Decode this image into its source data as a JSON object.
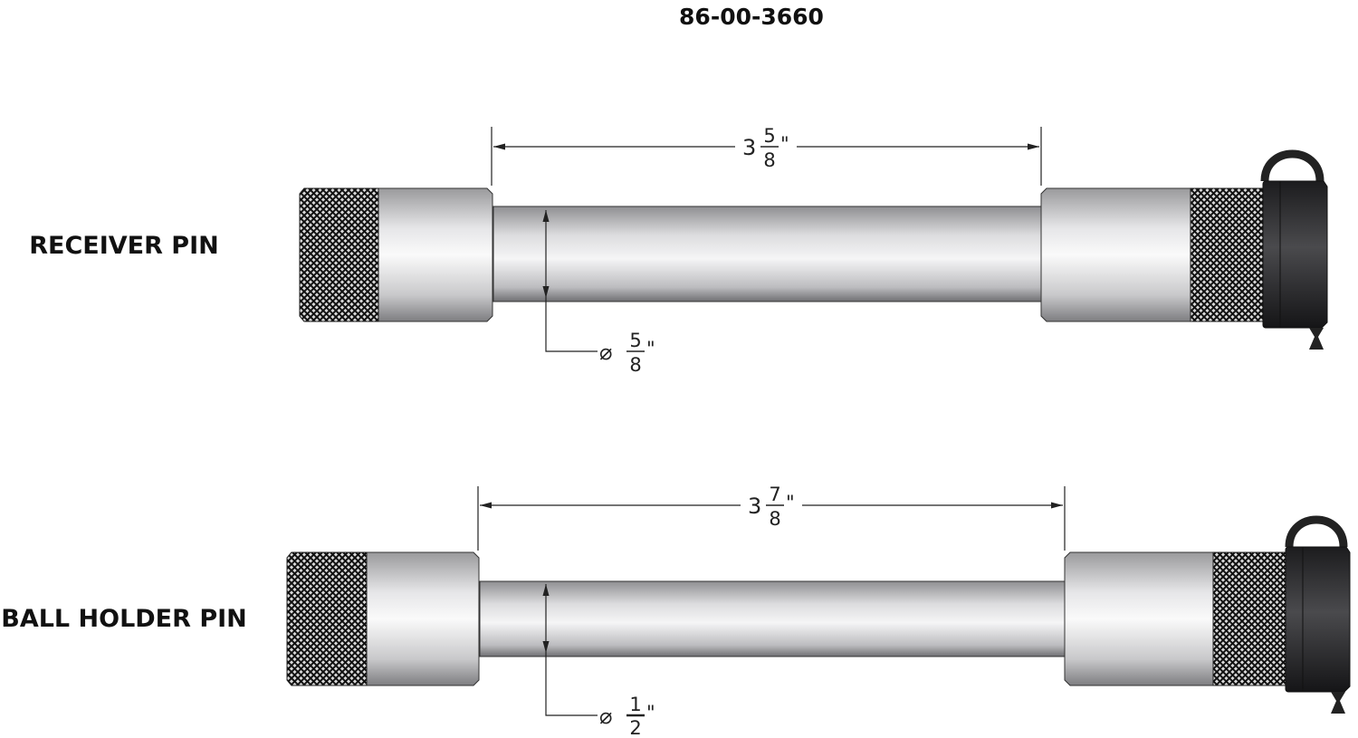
{
  "title": "86-00-3660",
  "pins": [
    {
      "label": "RECEIVER PIN",
      "length": {
        "whole": "3",
        "num": "5",
        "den": "8",
        "unit": "\""
      },
      "diameter": {
        "symbol": "⌀",
        "num": "5",
        "den": "8",
        "unit": "\""
      }
    },
    {
      "label": "BALL HOLDER PIN",
      "length": {
        "whole": "3",
        "num": "7",
        "den": "8",
        "unit": "\""
      },
      "diameter": {
        "symbol": "⌀",
        "num": "1",
        "den": "2",
        "unit": "\""
      }
    }
  ]
}
